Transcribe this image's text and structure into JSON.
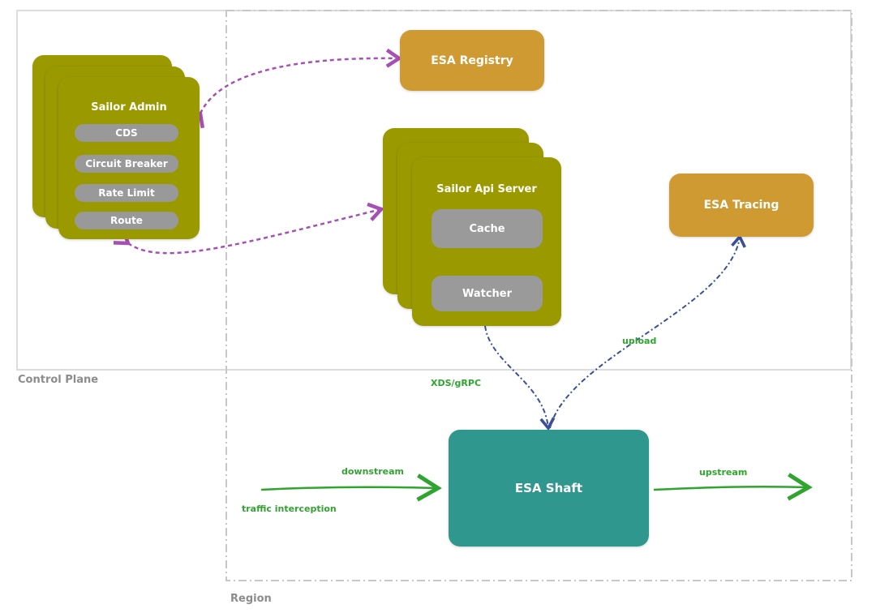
{
  "zones": {
    "control_plane": "Control Plane",
    "region": "Region"
  },
  "nodes": {
    "sailor_admin": {
      "title": "Sailor Admin",
      "items": [
        "CDS",
        "Circuit Breaker",
        "Rate Limit",
        "Route"
      ]
    },
    "esa_registry": {
      "title": "ESA Registry"
    },
    "sailor_api_server": {
      "title": "Sailor Api Server",
      "components": [
        "Cache",
        "Watcher"
      ]
    },
    "esa_tracing": {
      "title": "ESA Tracing"
    },
    "esa_shaft": {
      "title": "ESA Shaft"
    }
  },
  "edges": {
    "xds": "XDS/gRPC",
    "upload": "upload",
    "downstream": "downstream",
    "traffic_interception": "traffic interception",
    "upstream": "upstream"
  },
  "colors": {
    "olive": "#9a9a00",
    "gold": "#d09a33",
    "teal": "#30978f",
    "gray_component": "#9a9a9a",
    "purple_edge": "#a64fb5",
    "blue_edge": "#3a4f9c",
    "green_edge": "#2fa52f"
  }
}
